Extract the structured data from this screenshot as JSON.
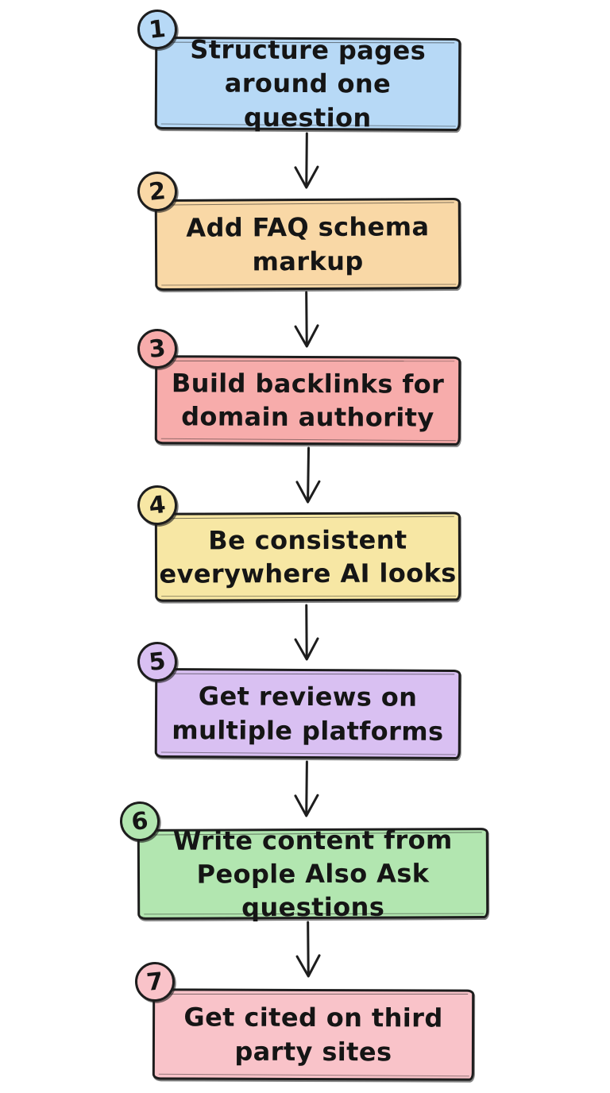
{
  "diagram": {
    "background": "#ffffff",
    "stroke_color": "#1d1d1d",
    "text_color": "#151515",
    "type": "flowchart",
    "direction": "top-to-bottom",
    "steps": [
      {
        "number": "1",
        "line1": "Structure pages",
        "line2": "around one question",
        "fill": "#b7d9f6"
      },
      {
        "number": "2",
        "line1": "Add FAQ schema",
        "line2": "markup",
        "fill": "#f9d8a6"
      },
      {
        "number": "3",
        "line1": "Build backlinks for",
        "line2": "domain authority",
        "fill": "#f7acab"
      },
      {
        "number": "4",
        "line1": "Be consistent",
        "line2": "everywhere AI looks",
        "fill": "#f7e7a4"
      },
      {
        "number": "5",
        "line1": "Get reviews on",
        "line2": "multiple platforms",
        "fill": "#d9c0f2"
      },
      {
        "number": "6",
        "line1": "Write content from",
        "line2": "People Also Ask questions",
        "fill": "#b2e6b0"
      },
      {
        "number": "7",
        "line1": "Get cited on third",
        "line2": "party sites",
        "fill": "#f9c3c9"
      }
    ]
  }
}
